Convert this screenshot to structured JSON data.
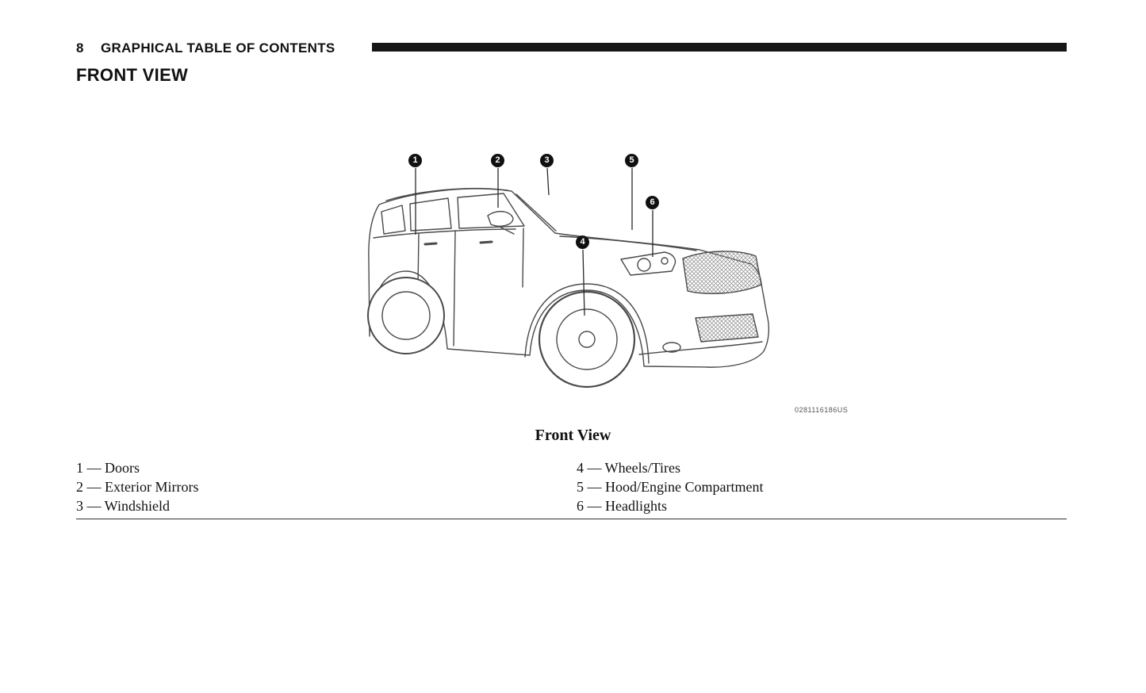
{
  "header": {
    "page_number": "8",
    "section_title": "GRAPHICAL TABLE OF CONTENTS",
    "heading": "FRONT VIEW"
  },
  "figure": {
    "caption": "Front View",
    "code": "0281116186US",
    "callout_numbers": [
      "1",
      "2",
      "3",
      "4",
      "5",
      "6"
    ]
  },
  "legend": {
    "left": [
      "1 — Doors",
      "2 — Exterior Mirrors",
      "3 — Windshield"
    ],
    "right": [
      "4 — Wheels/Tires",
      "5 — Hood/Engine Compartment",
      "6 — Headlights"
    ]
  }
}
